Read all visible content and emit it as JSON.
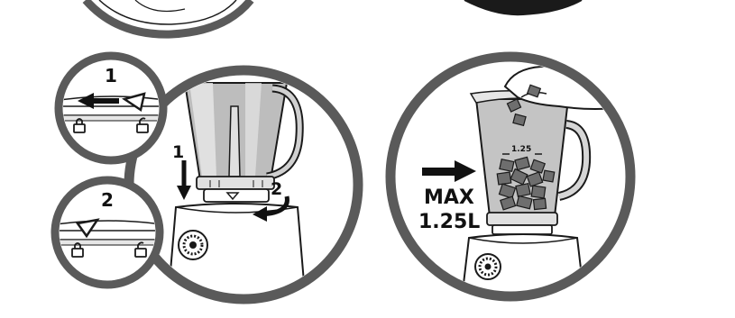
{
  "diagram": {
    "step_top_label": "1",
    "step_bottom_label": "2",
    "arrow_press_label": "1",
    "arrow_rotate_label": "2",
    "jar_scale_label": "1.25",
    "max_label_line1": "MAX",
    "max_label_line2": "1.25L"
  },
  "colors": {
    "ring": "#5a5a5a",
    "outline": "#1a1a1a",
    "jar_fill": "#bdbdbd",
    "jar_dark": "#9a9a9a",
    "food": "#6e6e6e",
    "arrow": "#111111"
  },
  "icons": [
    "lock-icon",
    "unlock-icon",
    "triangle-marker-icon",
    "arrow-icon",
    "knob-icon",
    "hand-icon"
  ]
}
